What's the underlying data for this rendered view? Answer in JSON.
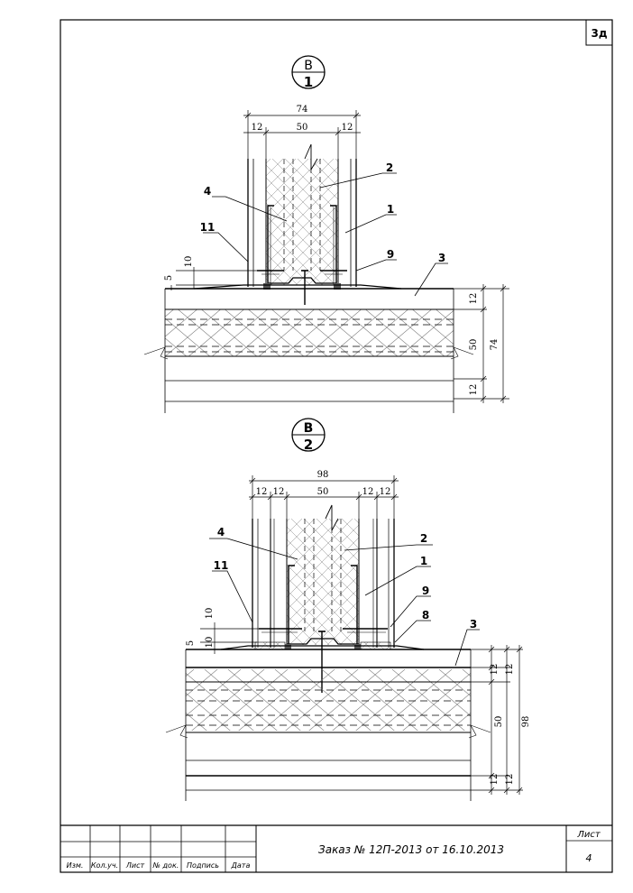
{
  "sheet_code": "3д",
  "detail1": {
    "callout": {
      "top": "В",
      "bottom": "1"
    },
    "dims": {
      "total": "74",
      "left": "12",
      "mid": "50",
      "right": "12",
      "h10": "10",
      "h5": "5",
      "r12a": "12",
      "r50": "50",
      "r12b": "12",
      "r74": "74"
    },
    "labels": {
      "l2": "2",
      "l4": "4",
      "l1": "1",
      "l11": "11",
      "l9": "9",
      "l3": "3"
    }
  },
  "detail2": {
    "callout": {
      "top": "В",
      "bottom": "2"
    },
    "dims": {
      "total": "98",
      "l1": "12",
      "l2": "12",
      "mid": "50",
      "r1": "12",
      "r2": "12",
      "h10a": "10",
      "h5": "5",
      "h10b": "10",
      "ra": "12",
      "rb": "12",
      "r50": "50",
      "rc": "12",
      "rd": "12",
      "r98": "98"
    },
    "labels": {
      "l4": "4",
      "l2": "2",
      "l11": "11",
      "l1": "1",
      "l9": "9",
      "l8": "8",
      "l3": "3"
    }
  },
  "title_block": {
    "columns": [
      "Изм.",
      "Кол.уч.",
      "Лист",
      "№ док.",
      "Подпись",
      "Дата"
    ],
    "order": "Заказ № 12П-2013 от 16.10.2013",
    "sheet_label": "Лист",
    "sheet_number": "4"
  }
}
